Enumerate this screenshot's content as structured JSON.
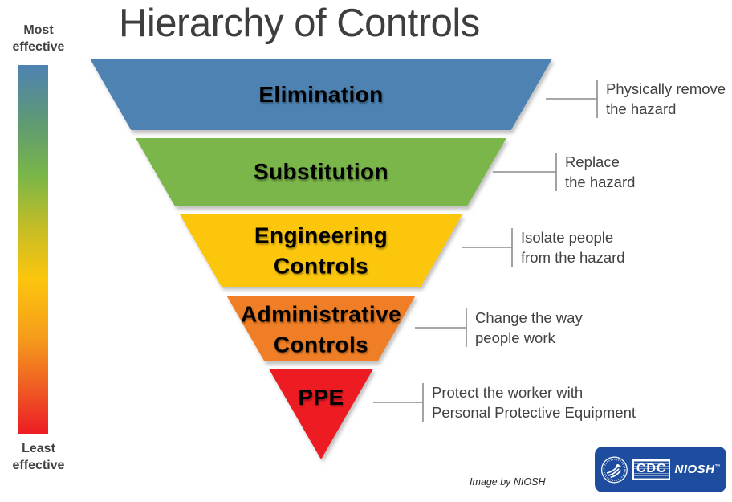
{
  "title": "Hierarchy of Controls",
  "effectiveness": {
    "most": "Most\neffective",
    "least": "Least\neffective",
    "gradient": [
      "#4e82b2 0%",
      "#5f9b72 16%",
      "#7ab648 30%",
      "#c9bd24 45%",
      "#fcc60d 58%",
      "#f59c1b 74%",
      "#ef5a24 88%",
      "#ed1c24 100%"
    ]
  },
  "levels": [
    {
      "id": "elimination",
      "label": "Elimination",
      "color": "#4e82b2",
      "note": "Physically remove\nthe hazard"
    },
    {
      "id": "substitution",
      "label": "Substitution",
      "color": "#7ab648",
      "note": "Replace\nthe hazard"
    },
    {
      "id": "engineering-controls",
      "label": "Engineering\nControls",
      "color": "#fcc60d",
      "note": "Isolate people\nfrom the hazard"
    },
    {
      "id": "administrative-controls",
      "label": "Administrative\nControls",
      "color": "#f07e26",
      "note": "Change the way\npeople work"
    },
    {
      "id": "ppe",
      "label": "PPE",
      "color": "#ed1c24",
      "note": "Protect the worker with\nPersonal Protective Equipment"
    }
  ],
  "credit": "Image by NIOSH",
  "logo": {
    "cdc": "CDC",
    "niosh": "NIOSH",
    "tm": "™",
    "background": "#1e4d9f"
  }
}
